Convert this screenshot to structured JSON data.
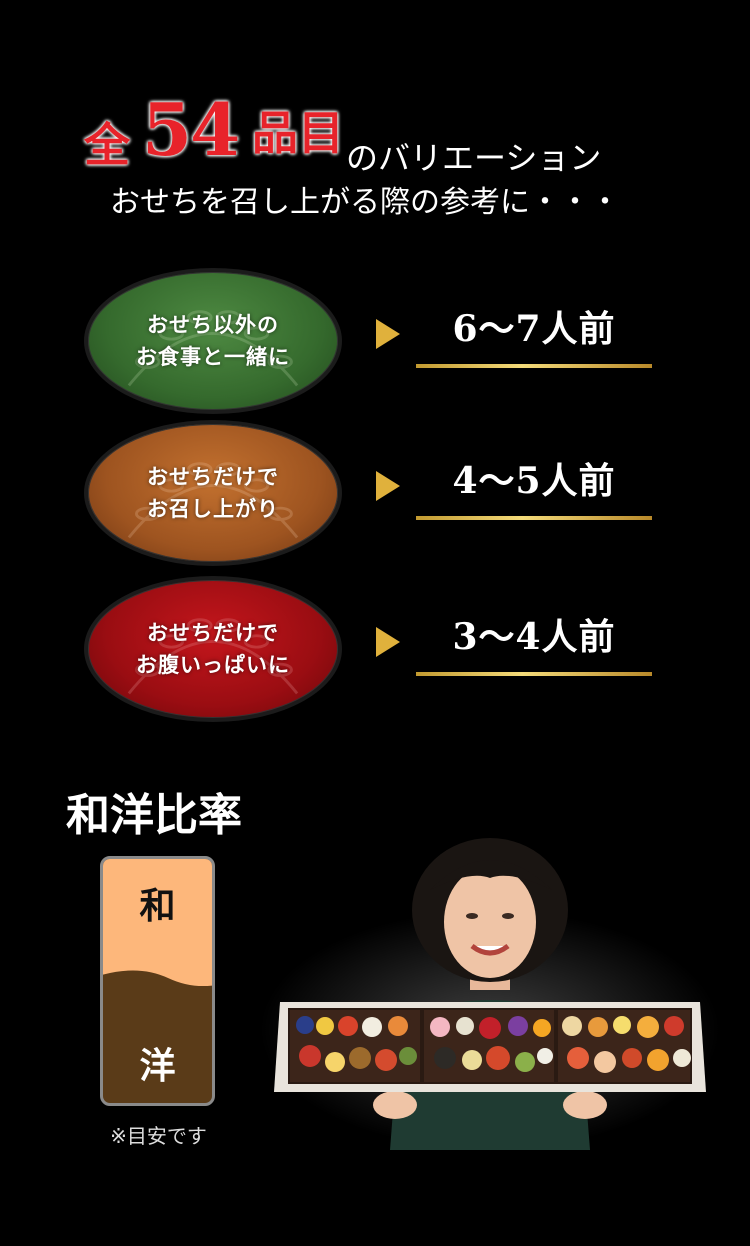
{
  "headline": {
    "zen": "全",
    "number": "54",
    "item": "品目",
    "rest": "のバリエーション",
    "subtitle": "おせちを召し上がる際の参考に・・・"
  },
  "servings": [
    {
      "line1": "おせち以外の",
      "line2": "お食事と一緒に",
      "amount": "6〜7人前",
      "color": "green"
    },
    {
      "line1": "おせちだけで",
      "line2": "お召し上がり",
      "amount": "4〜5人前",
      "color": "orange"
    },
    {
      "line1": "おせちだけで",
      "line2": "お腹いっぱいに",
      "amount": "3〜4人前",
      "color": "red"
    }
  ],
  "ratio": {
    "title": "和洋比率",
    "wa_label": "和",
    "yo_label": "洋",
    "note": "※目安です",
    "wa_fraction": 0.5
  },
  "colors": {
    "accent_red": "#e8232a",
    "gold": "#e0b13c",
    "wa_color": "#fdb77b",
    "yo_color": "#5a3b18"
  }
}
